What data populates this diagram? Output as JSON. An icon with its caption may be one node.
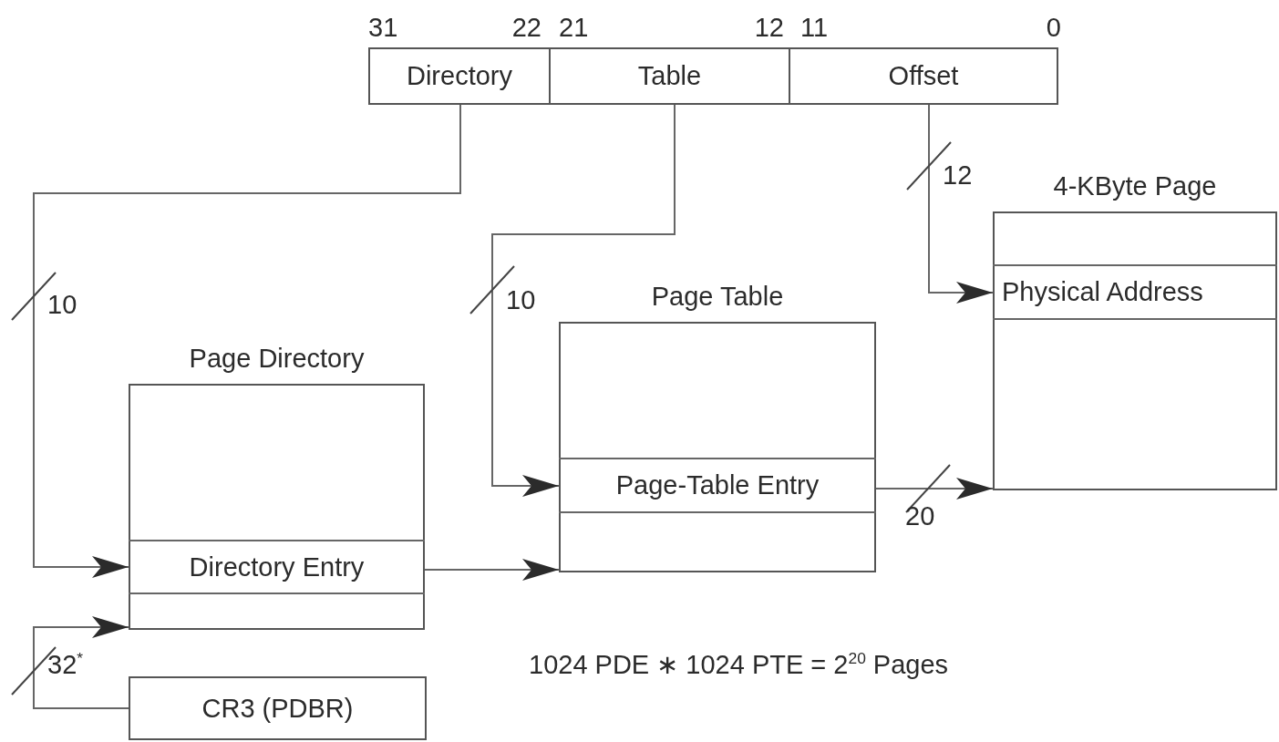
{
  "diagram": {
    "nodes": [
      {
        "text": [
          "Directory"
        ]
      },
      {
        "text": [
          "Table"
        ]
      },
      {
        "text": [
          "Offset"
        ]
      },
      {
        "text": [
          "Page Directory"
        ]
      },
      {
        "text": [
          "Directory Entry"
        ],
        "in": 3
      },
      {
        "text": [
          "Page Table"
        ]
      },
      {
        "text": [
          "Page-Table Entry"
        ],
        "in": 5
      },
      {
        "text": [
          "4-KByte Page"
        ]
      },
      {
        "text": [
          "Physical Address"
        ],
        "in": 7
      },
      {
        "text": [
          "CR3 (PDBR)"
        ]
      }
    ],
    "edges": [
      {
        "from": 0,
        "to": 4,
        "arrow": "to",
        "label": "10"
      },
      {
        "from": 1,
        "to": 6,
        "arrow": "to",
        "label": "10"
      },
      {
        "from": 2,
        "to": 8,
        "arrow": "to",
        "label": "12"
      },
      {
        "from": 4,
        "to": 5,
        "arrow": "to"
      },
      {
        "from": 6,
        "to": 7,
        "arrow": "to",
        "label": "20"
      },
      {
        "from": 9,
        "to": 3,
        "arrow": "to",
        "label": "32$^{*}$"
      }
    ],
    "labels": [
      "31",
      "22",
      "21",
      "12",
      "11",
      "0",
      "1024 PDE ∗ 1024 PTE = 2$^{20}$ Pages"
    ]
  }
}
